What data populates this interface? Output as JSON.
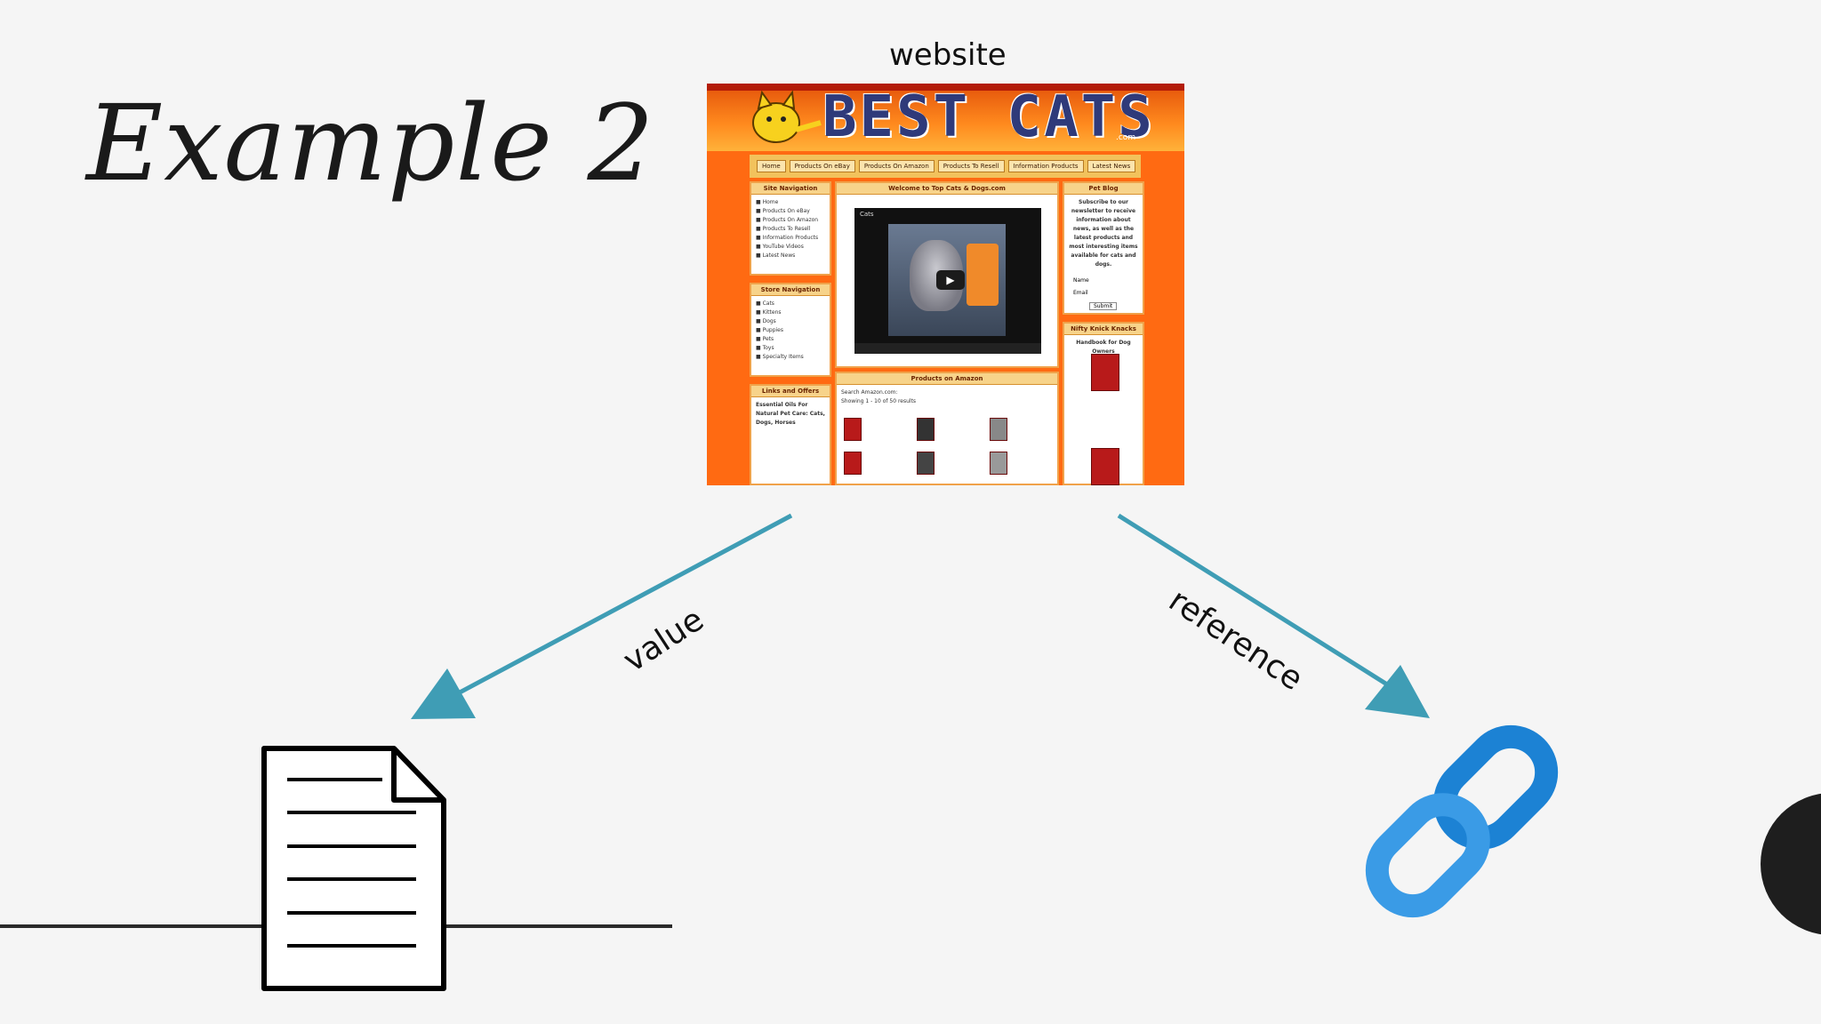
{
  "slide": {
    "title": "Example 2",
    "website_label": "website",
    "value_label": "value",
    "reference_label": "reference"
  },
  "website_screenshot": {
    "logo": "BEST CATS",
    "logo_suffix": ".com",
    "nav": [
      "Home",
      "Products On eBay",
      "Products On Amazon",
      "Products To Resell",
      "Information Products",
      "Latest News"
    ],
    "left_panels": [
      {
        "title": "Site Navigation",
        "items": [
          "Home",
          "Products On eBay",
          "Products On Amazon",
          "Products To Resell",
          "Information Products",
          "YouTube Videos",
          "Latest News"
        ]
      },
      {
        "title": "Store Navigation",
        "items": [
          "Cats",
          "Kittens",
          "Dogs",
          "Puppies",
          "Pets",
          "Toys",
          "Specialty Items"
        ]
      },
      {
        "title": "Links and Offers",
        "items": [
          "Essential Oils For Natural Pet Care: Cats, Dogs, Horses"
        ]
      }
    ],
    "center_panels": [
      {
        "title": "Welcome to Top Cats & Dogs.com",
        "video_title": "Cats"
      },
      {
        "title": "Products on Amazon",
        "search_label": "Search Amazon.com:",
        "results": "Showing 1 - 10 of 50 results"
      }
    ],
    "right_panels": [
      {
        "title": "Pet Blog",
        "text": "Subscribe to our newsletter to receive information about news, as well as the latest products and most interesting items available for cats and dogs.",
        "fields": [
          "Name",
          "Email"
        ],
        "button": "Submit"
      },
      {
        "title": "Nifty Knick Knacks",
        "text": "Handbook for Dog Owners"
      }
    ]
  },
  "colors": {
    "arrow": "#3f9db5",
    "link_icon": "#1c82d4",
    "background": "#f5f5f5"
  },
  "icons": {
    "document": "document-icon",
    "link": "link-icon"
  }
}
